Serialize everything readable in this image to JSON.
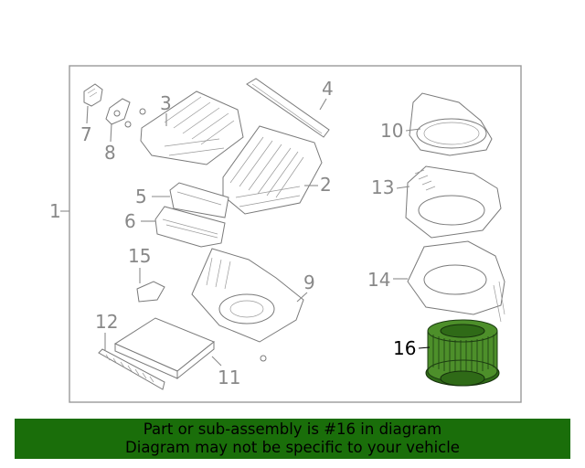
{
  "diagram": {
    "callouts": {
      "c1": "1",
      "c2": "2",
      "c3": "3",
      "c4": "4",
      "c5": "5",
      "c6": "6",
      "c7": "7",
      "c8": "8",
      "c9": "9",
      "c10": "10",
      "c11": "11",
      "c12": "12",
      "c13": "13",
      "c14": "14",
      "c15": "15",
      "c16": "16"
    },
    "highlighted_part": "16",
    "highlight_color": "#4d8f2a"
  },
  "banner": {
    "line1": "Part or sub-assembly is #16 in diagram",
    "line2": "Diagram may not be specific to your vehicle",
    "background": "#1a6e0a"
  }
}
